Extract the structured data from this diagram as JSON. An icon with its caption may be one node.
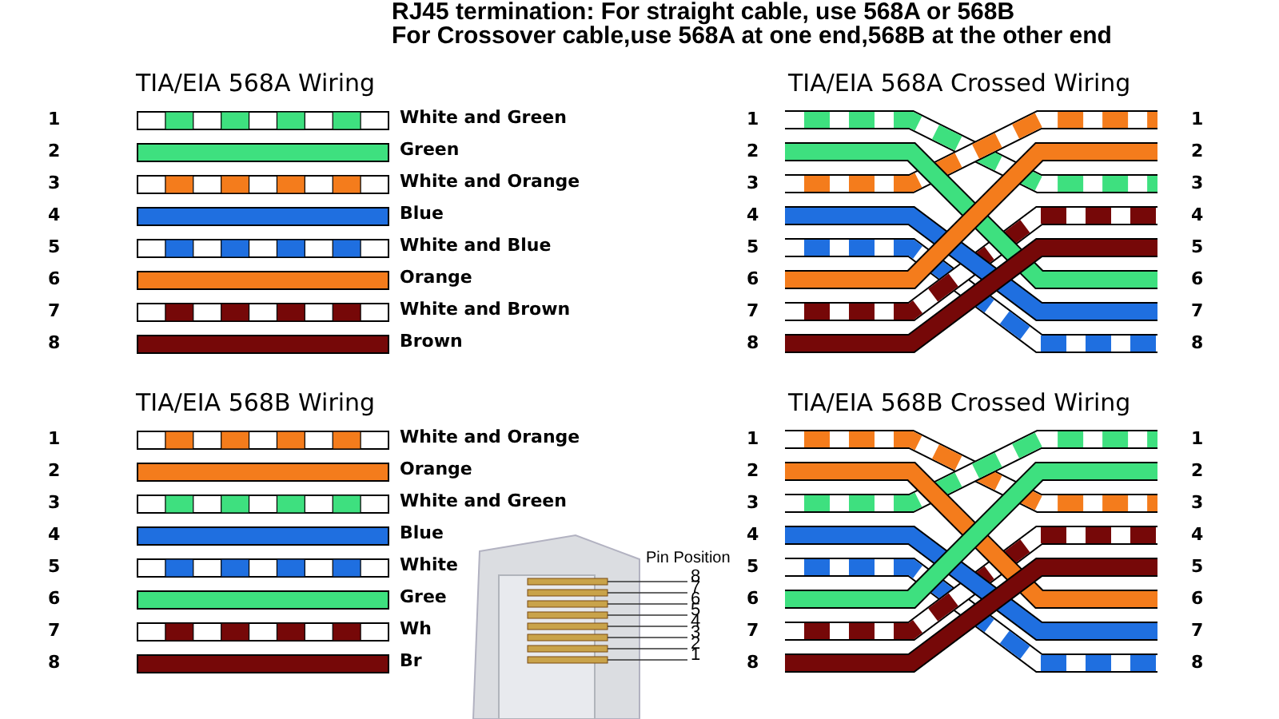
{
  "diagram": {
    "title": "RJ45 termination: For straight cable, use 568A or 568B",
    "labels": [
      "For Crossover cable,use 568A at one end,568B at the other end",
      "TIA/EIA 568A Wiring",
      "1",
      "White and Green",
      "2",
      "Green",
      "3",
      "White and Orange",
      "4",
      "Blue",
      "5",
      "White and Blue",
      "6",
      "Orange",
      "7",
      "White and Brown",
      "8",
      "Brown",
      "TIA/EIA 568A Crossed Wiring",
      "1",
      "1",
      "2",
      "2",
      "3",
      "3",
      "4",
      "4",
      "5",
      "5",
      "6",
      "6",
      "7",
      "7",
      "8",
      "8",
      "TIA/EIA 568B Wiring",
      "1",
      "White and Orange",
      "2",
      "Orange",
      "3",
      "White and Green",
      "4",
      "Blue",
      "5",
      "White",
      "6",
      "Gree",
      "7",
      "Wh",
      "8",
      "Br",
      "TIA/EIA 568B Crossed Wiring",
      "1",
      "1",
      "2",
      "2",
      "3",
      "3",
      "4",
      "4",
      "5",
      "5",
      "6",
      "6",
      "7",
      "7",
      "8",
      "8",
      "Pin Position",
      "8",
      "7",
      "6",
      "5",
      "4",
      "3",
      "2",
      "1"
    ]
  }
}
